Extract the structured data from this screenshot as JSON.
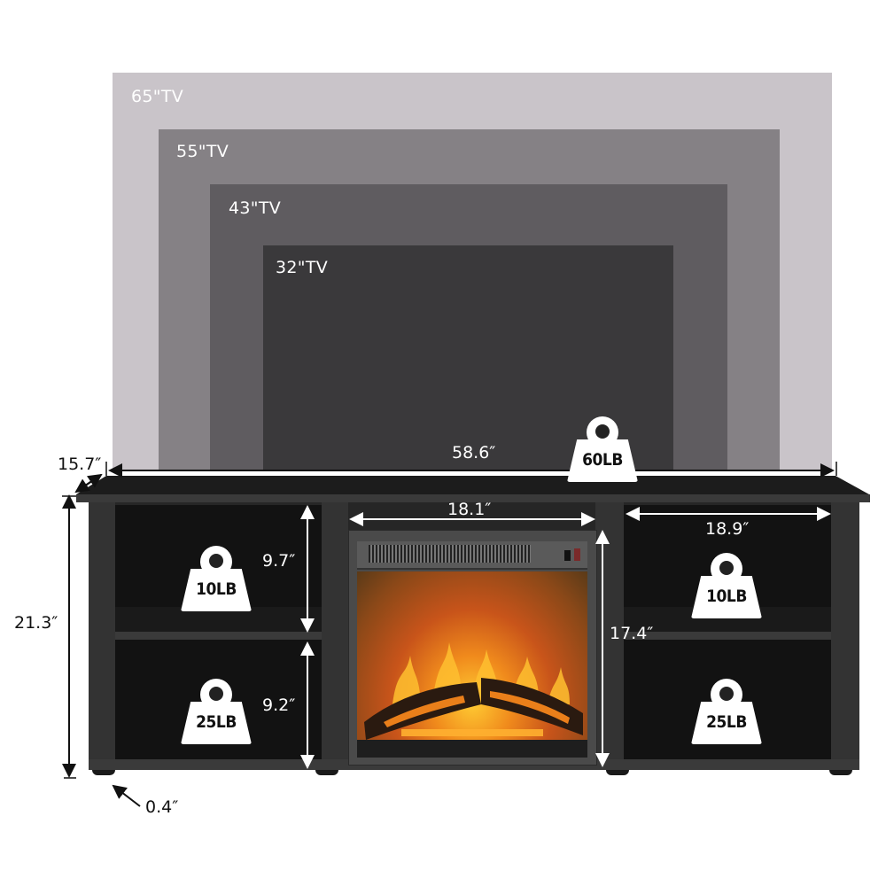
{
  "tv_sizes": [
    {
      "label": "65\"TV",
      "color": "#c9c4c9"
    },
    {
      "label": "55\"TV",
      "color": "#858185"
    },
    {
      "label": "43\"TV",
      "color": "#5f5c60"
    },
    {
      "label": "32\"TV",
      "color": "#3a393b"
    }
  ],
  "dimensions": {
    "depth": "15.7″",
    "width": "58.6″",
    "height": "21.3″",
    "leg_height": "0.4″",
    "fireplace_width": "18.1″",
    "fireplace_height": "17.4″",
    "cubby_width": "18.9″",
    "upper_cubby_height": "9.7″",
    "lower_cubby_height": "9.2″"
  },
  "weight_capacities": {
    "top": "60LB",
    "left_upper": "10LB",
    "left_lower": "25LB",
    "right_upper": "10LB",
    "right_lower": "25LB"
  },
  "colors": {
    "stand": "#1c1c1c",
    "fire_glow": "#e8761a",
    "flame": "#ffb020"
  }
}
